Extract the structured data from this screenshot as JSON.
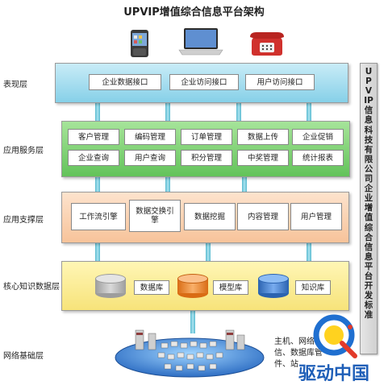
{
  "title": "UPVIP增值综合信息平台架构",
  "layers": {
    "presentation": "表现层",
    "service": "应用服务层",
    "support": "应用支撑层",
    "knowledge": "核心知识数据层",
    "network": "网络基础层"
  },
  "presentation_boxes": [
    "企业数据接口",
    "企业访问接口",
    "用户访问接口"
  ],
  "service_boxes_row1": [
    "客户管理",
    "编码管理",
    "订单管理",
    "数据上传",
    "企业促销"
  ],
  "service_boxes_row2": [
    "企业查询",
    "用户查询",
    "积分管理",
    "中奖管理",
    "统计报表"
  ],
  "support_boxes": [
    "工作流引擎",
    "数据交换引擎",
    "数据挖掘",
    "内容管理",
    "用户管理"
  ],
  "knowledge_boxes": [
    "数据库",
    "模型库",
    "知识库"
  ],
  "side_label": "UPVIP信息科技有限公司企业增值综合信息平台开发标准",
  "network_desc": [
    "主机、网络",
    "信、数据库管",
    "件、站"
  ],
  "logo_text": "驱动中国",
  "colors": {
    "presentation": "#86d0e8",
    "service": "#63c35a",
    "support": "#f7c39a",
    "knowledge": "#f7e37a",
    "cyl_gray": "#b7b7b7",
    "cyl_orange": "#f08a2c",
    "cyl_blue": "#3b7fd6"
  },
  "icons": [
    "mobile-phone-icon",
    "laptop-icon",
    "telephone-icon",
    "server-cluster-icon",
    "logo-q-icon"
  ]
}
